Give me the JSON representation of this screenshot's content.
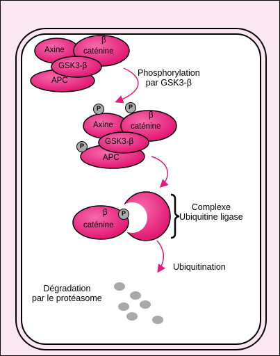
{
  "labels": {
    "axine": "Axine",
    "beta": "β",
    "catenine": "caténine",
    "gsk3b": "GSK3-β",
    "apc": "APC",
    "p": "P",
    "phospho_line1": "Phosphorylation",
    "phospho_line2": "par GSK3-β",
    "complexe_line1": "Complexe",
    "complexe_line2": "Ubiquitine ligase",
    "ubiquitination": "Ubiquitination",
    "degradation_line1": "Dégradation",
    "degradation_line2": "par le protéasome"
  },
  "colors": {
    "protein": "#e8187a",
    "protein_light": "#f7a8cc",
    "arrow": "#e8187a",
    "phosphate": "#a9a9a9",
    "debris": "#a9a9a9",
    "background": "#fbe7f1"
  }
}
